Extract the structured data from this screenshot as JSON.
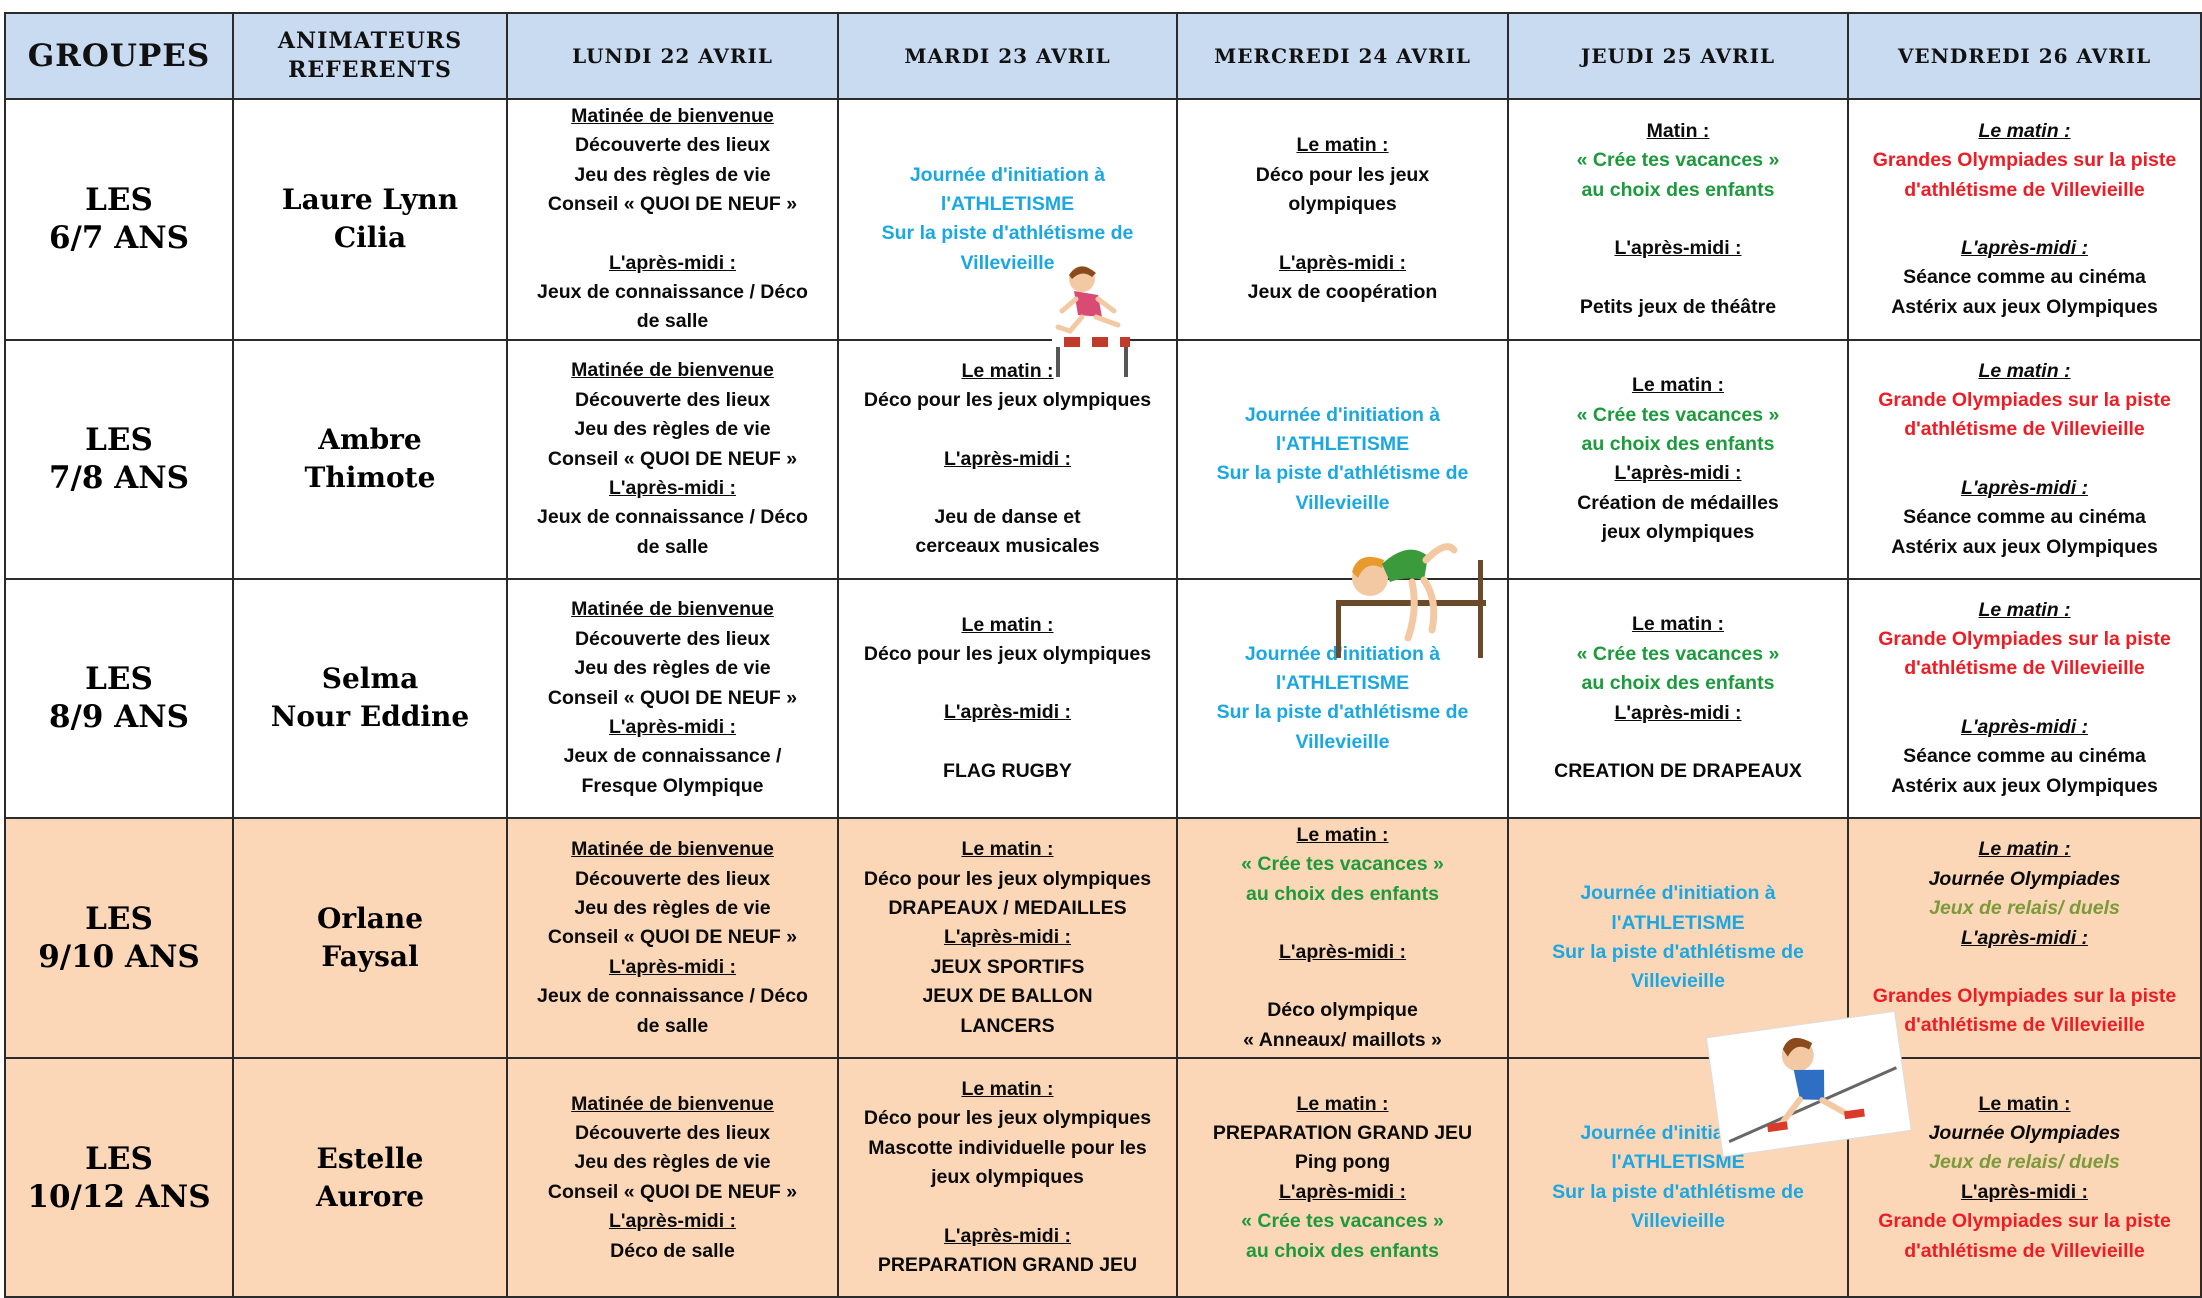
{
  "header": {
    "groupes": "GROUPES",
    "animateurs_line1": "ANIMATEURS",
    "animateurs_line2": "REFERENTS",
    "days": [
      "LUNDI 22 AVRIL",
      "MARDI 23 AVRIL",
      "MERCREDI 24 AVRIL",
      "JEUDI 25 AVRIL",
      "VENDREDI 26 AVRIL"
    ]
  },
  "colors": {
    "header_bg": "#c9dbf0",
    "orange_row_bg": "#fbd7b8",
    "blue_text": "#1aa7e2",
    "green_text": "#1c9a3c",
    "red_text": "#ee1c24",
    "olive_text": "#7c9a3a"
  },
  "rows": [
    {
      "group": [
        "LES",
        "6/7 ANS"
      ],
      "animateurs": [
        "Laure Lynn",
        "Cilia"
      ],
      "lundi": [
        "Matinée de bienvenue",
        "Découverte des lieux",
        "Jeu  des règles de vie",
        "Conseil « QUOI DE NEUF »",
        "",
        "L'après-midi :",
        "Jeux de connaissance / Déco",
        "de salle"
      ],
      "mardi": [
        "Journée d'initiation à",
        "l'ATHLETISME",
        "Sur la piste d'athlétisme de",
        "Villevieille"
      ],
      "mercredi": [
        "Le matin :",
        "Déco pour les jeux",
        "olympiques",
        "",
        "L'après-midi :",
        "Jeux de coopération"
      ],
      "jeudi": [
        "Matin :",
        "«  Crée tes vacances »",
        "au choix des enfants",
        "",
        "L'après-midi :",
        "",
        "Petits jeux de théâtre"
      ],
      "vendredi": [
        "Le matin :",
        "Grandes Olympiades sur la piste",
        "d'athlétisme de Villevieille",
        "",
        "L'après-midi :",
        "Séance comme au cinéma",
        "Astérix aux jeux Olympiques"
      ]
    },
    {
      "group": [
        "LES",
        "7/8 ANS"
      ],
      "animateurs": [
        "Ambre",
        "Thimote"
      ],
      "lundi": [
        "Matinée de bienvenue",
        "Découverte des lieux",
        "Jeu  des règles de vie",
        "Conseil « QUOI DE NEUF »",
        "L'après-midi :",
        "Jeux de connaissance / Déco",
        "de salle"
      ],
      "mardi": [
        "Le matin :",
        "Déco pour les jeux olympiques",
        "",
        "L'après-midi :",
        "",
        "Jeu de danse et",
        "cerceaux musicales"
      ],
      "mercredi": [
        "Journée d'initiation à",
        "l'ATHLETISME",
        "Sur la piste d'athlétisme de",
        "Villevieille"
      ],
      "jeudi": [
        "Le matin :",
        "«  Crée tes vacances »",
        "au choix des enfants",
        "L'après-midi :",
        "Création de médailles",
        "jeux olympiques"
      ],
      "vendredi": [
        "Le matin :",
        "Grande Olympiades sur la piste",
        "d'athlétisme de Villevieille",
        "",
        "L'après-midi :",
        "Séance comme au cinéma",
        "Astérix aux jeux Olympiques"
      ]
    },
    {
      "group": [
        "LES",
        "8/9 ANS"
      ],
      "animateurs": [
        "Selma",
        "Nour Eddine"
      ],
      "lundi": [
        "Matinée de bienvenue",
        "Découverte des lieux",
        "Jeu  des règles de vie",
        "Conseil « QUOI DE NEUF »",
        "L'après-midi :",
        "Jeux de connaissance /",
        "Fresque Olympique"
      ],
      "mardi": [
        "Le matin :",
        "Déco pour les jeux olympiques",
        "",
        "L'après-midi :",
        "",
        "FLAG RUGBY"
      ],
      "mercredi": [
        "Journée d'initiation à",
        "l'ATHLETISME",
        "Sur la piste d'athlétisme de",
        "Villevieille"
      ],
      "jeudi": [
        "Le matin :",
        "«  Crée tes vacances »",
        "au choix des enfants",
        "L'après-midi :",
        "",
        "CREATION DE DRAPEAUX"
      ],
      "vendredi": [
        "Le matin :",
        "Grande Olympiades sur la piste",
        "d'athlétisme de Villevieille",
        "",
        "L'après-midi :",
        "Séance comme au cinéma",
        "Astérix aux jeux Olympiques"
      ]
    },
    {
      "group": [
        "LES",
        "9/10 ANS"
      ],
      "animateurs": [
        "Orlane",
        "Faysal"
      ],
      "lundi": [
        "Matinée de bienvenue",
        "Découverte des lieux",
        "Jeu  des règles de vie",
        "Conseil « QUOI DE NEUF »",
        "L'après-midi :",
        "Jeux de connaissance / Déco",
        "de salle"
      ],
      "mardi": [
        "Le matin :",
        "Déco pour les jeux olympiques",
        "DRAPEAUX / MEDAILLES",
        "L'après-midi :",
        "JEUX SPORTIFS",
        "JEUX DE BALLON",
        "LANCERS"
      ],
      "mercredi": [
        "Le matin :",
        "«  Crée tes vacances »",
        "au choix des enfants",
        "",
        "L'après-midi :",
        "",
        "Déco olympique",
        "«  Anneaux/ maillots »"
      ],
      "jeudi": [
        "Journée d'initiation à",
        "l'ATHLETISME",
        "Sur la piste d'athlétisme de",
        "Villevieille"
      ],
      "vendredi": [
        "Le matin :",
        "Journée Olympiades",
        "Jeux de relais/ duels",
        "L'après-midi :",
        "",
        "Grandes Olympiades sur la piste",
        "d'athlétisme de Villevieille"
      ]
    },
    {
      "group": [
        "LES",
        "10/12 ANS"
      ],
      "animateurs": [
        "Estelle",
        "Aurore"
      ],
      "lundi": [
        "Matinée de bienvenue",
        "Découverte des lieux",
        "Jeu  des règles de vie",
        "Conseil « QUOI DE NEUF »",
        "L'après-midi :",
        "Déco de salle"
      ],
      "mardi": [
        "Le matin :",
        "Déco pour les jeux olympiques",
        "Mascotte individuelle pour les",
        "jeux olympiques",
        "",
        "L'après-midi :",
        "PREPARATION GRAND JEU"
      ],
      "mercredi": [
        "Le matin :",
        "PREPARATION GRAND JEU",
        "Ping pong",
        "L'après-midi :",
        "«  Crée tes vacances »",
        "au choix des enfants"
      ],
      "jeudi": [
        "Journée d'initiation à",
        "l'ATHLETISME",
        "Sur la piste d'athlétisme de",
        "Villevieille"
      ],
      "vendredi": [
        "Le matin :",
        "Journée Olympiades",
        "Jeux de relais/ duels",
        "L'après-midi :",
        "Grande Olympiades sur la piste",
        "d'athlétisme de Villevieille"
      ]
    }
  ]
}
